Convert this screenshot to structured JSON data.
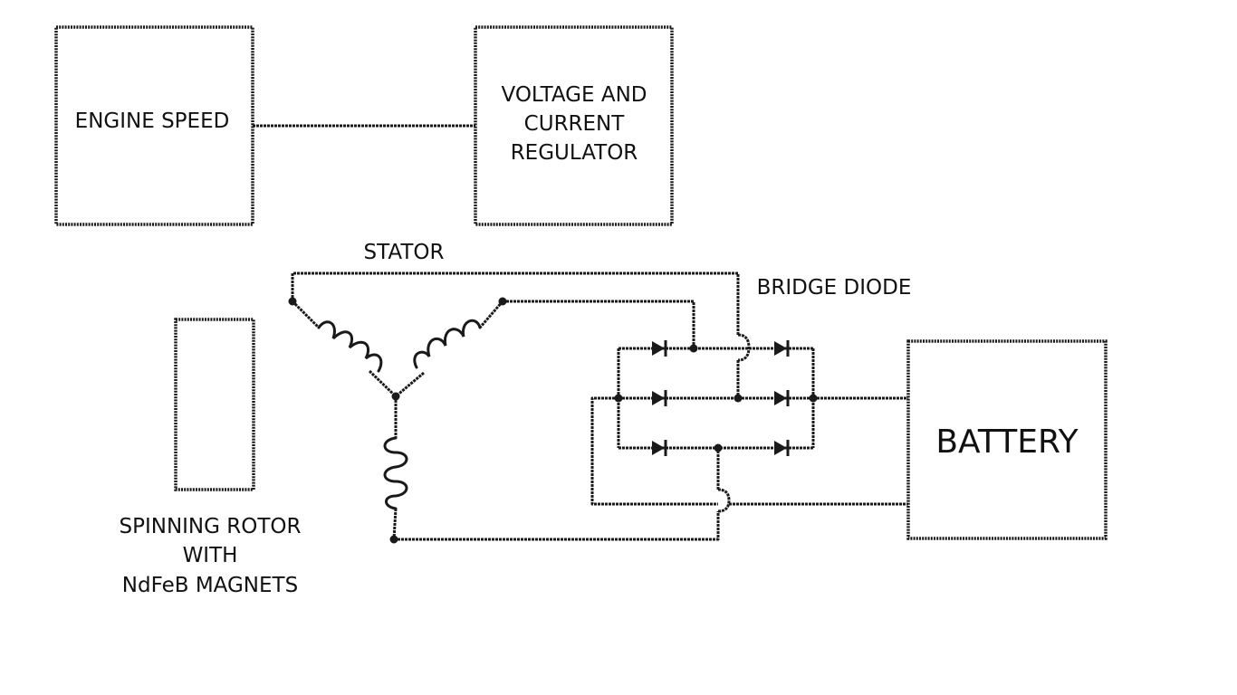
{
  "diagram": {
    "engine_speed": "ENGINE SPEED",
    "regulator": [
      "VOLTAGE AND",
      "CURRENT",
      "REGULATOR"
    ],
    "stator": "STATOR",
    "bridge_diode": "BRIDGE DIODE",
    "battery": "BATTERY",
    "rotor": [
      "SPINNING ROTOR",
      "WITH",
      "NdFeB MAGNETS"
    ]
  }
}
